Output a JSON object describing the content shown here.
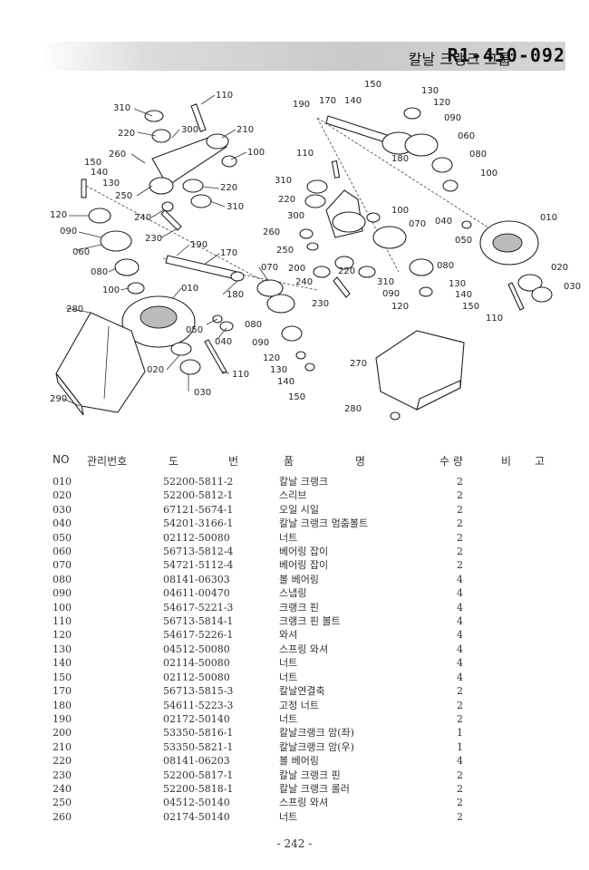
{
  "header": {
    "title": "칼날 크랭크 그룹",
    "code": "R1-450-092"
  },
  "diagram": {
    "callouts": [
      "310",
      "220",
      "300",
      "110",
      "210",
      "100",
      "260",
      "150",
      "140",
      "130",
      "250",
      "220",
      "310",
      "120",
      "240",
      "090",
      "230",
      "060",
      "190",
      "170",
      "080",
      "100",
      "010",
      "180",
      "070",
      "280",
      "050",
      "040",
      "020",
      "030",
      "110",
      "290",
      "190",
      "170",
      "140",
      "150",
      "130",
      "120",
      "090",
      "060",
      "180",
      "080",
      "100",
      "110",
      "310",
      "220",
      "300",
      "100",
      "070",
      "040",
      "010",
      "260",
      "250",
      "200",
      "220",
      "050",
      "310",
      "240",
      "090",
      "080",
      "230",
      "120",
      "130",
      "140",
      "150",
      "020",
      "030",
      "110",
      "090",
      "080",
      "120",
      "130",
      "140",
      "150",
      "270",
      "280"
    ]
  },
  "table": {
    "headers": {
      "no": "NO",
      "mgmt": "관리번호",
      "do": "도",
      "beon": "번",
      "pum": "품",
      "myeong": "명",
      "qty": "수 량",
      "bi": "비",
      "go": "고"
    },
    "rows": [
      {
        "no": "010",
        "part": "52200-5811-2",
        "name": "칼날 크랭크",
        "qty": "2"
      },
      {
        "no": "020",
        "part": "52200-5812-1",
        "name": "스리브",
        "qty": "2"
      },
      {
        "no": "030",
        "part": "67121-5674-1",
        "name": "오일 시일",
        "qty": "2"
      },
      {
        "no": "040",
        "part": "54201-3166-1",
        "name": "칼날 크랭크 멈춤볼트",
        "qty": "2"
      },
      {
        "no": "050",
        "part": "02112-50080",
        "name": "너트",
        "qty": "2"
      },
      {
        "no": "060",
        "part": "56713-5812-4",
        "name": "베어링 잡이",
        "qty": "2"
      },
      {
        "no": "070",
        "part": "54721-5112-4",
        "name": "베어링 잡이",
        "qty": "2"
      },
      {
        "no": "080",
        "part": "08141-06303",
        "name": "볼 베어링",
        "qty": "4"
      },
      {
        "no": "090",
        "part": "04611-00470",
        "name": "스냅링",
        "qty": "4"
      },
      {
        "no": "100",
        "part": "54617-5221-3",
        "name": "크랭크 핀",
        "qty": "4"
      },
      {
        "no": "110",
        "part": "56713-5814-1",
        "name": "크랭크 핀 볼트",
        "qty": "4"
      },
      {
        "no": "120",
        "part": "54617-5226-1",
        "name": "와셔",
        "qty": "4"
      },
      {
        "no": "130",
        "part": "04512-50080",
        "name": "스프링 와셔",
        "qty": "4"
      },
      {
        "no": "140",
        "part": "02114-50080",
        "name": "너트",
        "qty": "4"
      },
      {
        "no": "150",
        "part": "02112-50080",
        "name": "너트",
        "qty": "4"
      },
      {
        "no": "170",
        "part": "56713-5815-3",
        "name": "칼날연결축",
        "qty": "2"
      },
      {
        "no": "180",
        "part": "54611-5223-3",
        "name": "고정 너트",
        "qty": "2"
      },
      {
        "no": "190",
        "part": "02172-50140",
        "name": "너트",
        "qty": "2"
      },
      {
        "no": "200",
        "part": "53350-5816-1",
        "name": "칼날크랭크 암(좌)",
        "qty": "1"
      },
      {
        "no": "210",
        "part": "53350-5821-1",
        "name": "칼날크랭크 암(우)",
        "qty": "1"
      },
      {
        "no": "220",
        "part": "08141-06203",
        "name": "볼 베어링",
        "qty": "4"
      },
      {
        "no": "230",
        "part": "52200-5817-1",
        "name": "칼날 크랭크 핀",
        "qty": "2"
      },
      {
        "no": "240",
        "part": "52200-5818-1",
        "name": "칼날 크랭크 롤러",
        "qty": "2"
      },
      {
        "no": "250",
        "part": "04512-50140",
        "name": "스프링 와셔",
        "qty": "2"
      },
      {
        "no": "260",
        "part": "02174-50140",
        "name": "너트",
        "qty": "2"
      }
    ]
  },
  "footer": {
    "page": "- 242 -"
  }
}
